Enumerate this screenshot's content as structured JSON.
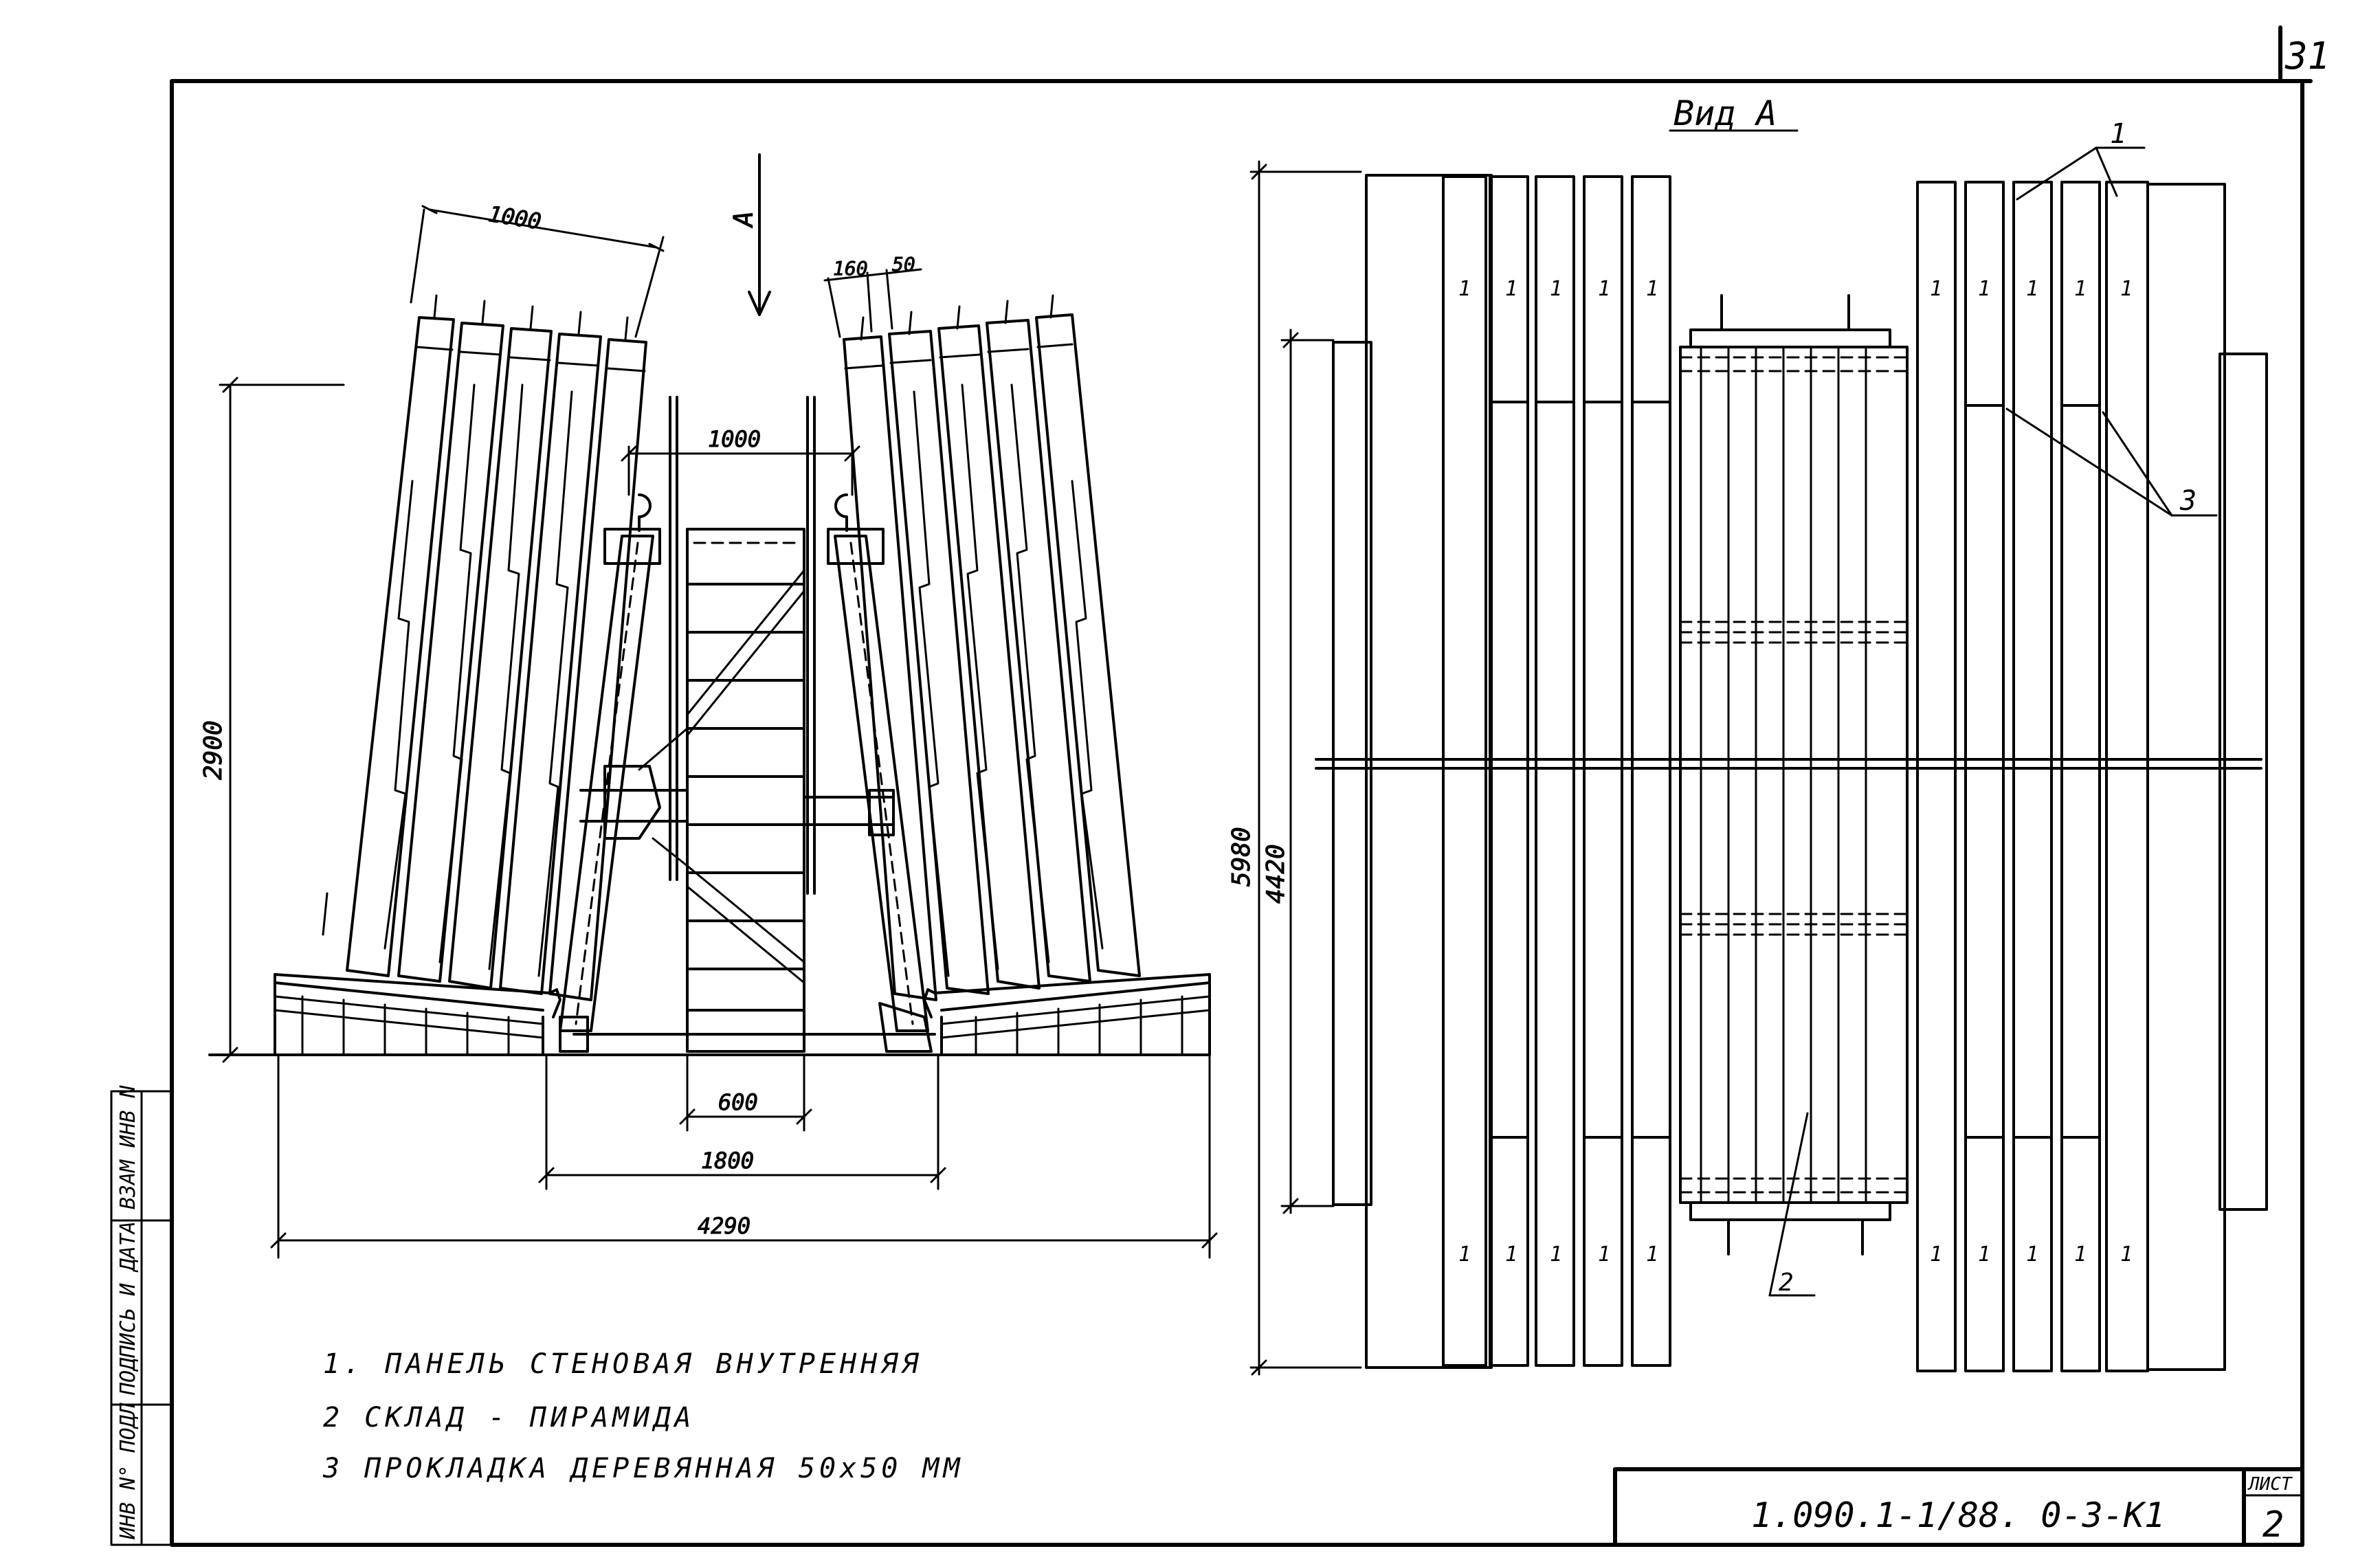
{
  "sheet_corner_number": "31",
  "view_label": "Вид А",
  "section_arrow_label": "А",
  "dimensions": {
    "panel_pitch_top": "1000",
    "gap_top_left": "160",
    "gap_top_right": "50",
    "frame_top_width": "1000",
    "total_height_left": "2900",
    "base_inner": "600",
    "base_mid": "1800",
    "base_total": "4290",
    "plan_length_outer": "5980",
    "plan_length_inner": "4420"
  },
  "callouts": {
    "panel": "1",
    "pyramid": "2",
    "spacer": "3",
    "panel_mark": "1"
  },
  "legend": [
    "1. ПАНЕЛЬ СТЕНОВАЯ ВНУТРЕННЯЯ",
    "2 СКЛАД - ПИРАМИДА",
    "3 ПРОКЛАДКА ДЕРЕВЯННАЯ 50x50 ММ"
  ],
  "side_stamp": [
    "ВЗАМ ИНВ N",
    "ПОДПИСЬ И ДАТА",
    "ИНВ N° ПОДЛ"
  ],
  "title_block": {
    "code": "1.090.1-1/88. 0-3-К1",
    "sheet_label": "ЛИСТ",
    "sheet_number": "2"
  }
}
